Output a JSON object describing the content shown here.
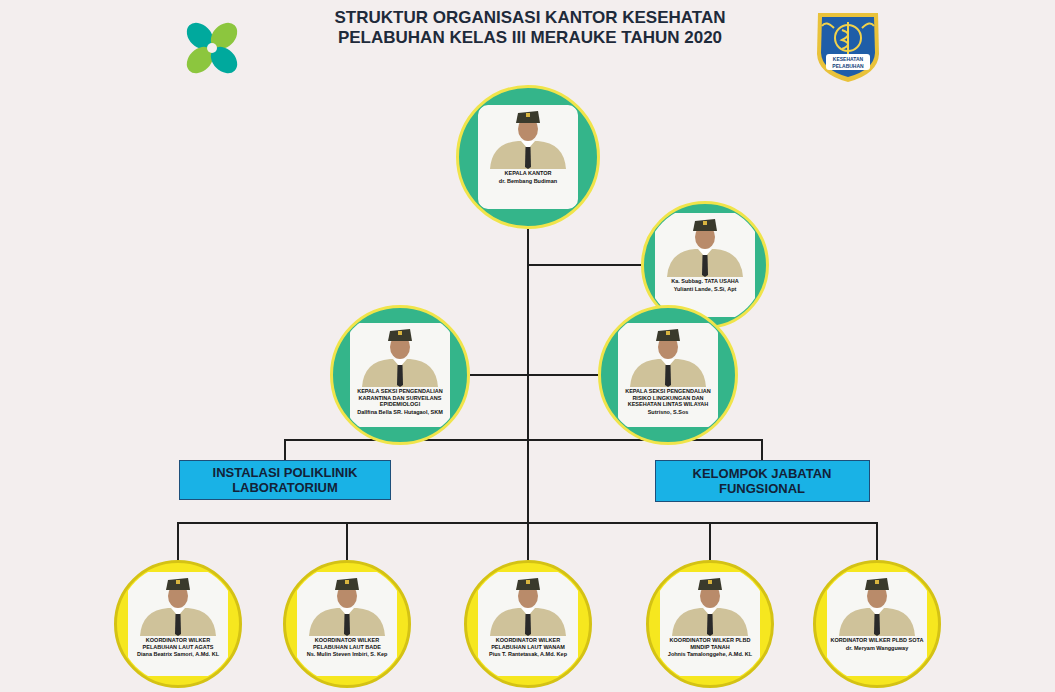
{
  "diagram": {
    "title": "STRUKTUR ORGANISASI KANTOR KESEHATAN PELABUHAN KELAS III MERAUKE TAHUN 2020",
    "nodes": [
      {
        "text": [
          "KEPALA KANTOR",
          "dr. Bembang Budiman"
        ]
      },
      {
        "text": [
          "Ka. Subbag. TATA USAHA",
          "Yulianti Lande, S.Si, Apt"
        ]
      },
      {
        "text": [
          "KEPALA SEKSI PENGENDALIAN KARANTINA DAN SURVEILANS EPIDEMIOLOGI",
          "Dallfina Bella SR. Hutagaol, SKM"
        ]
      },
      {
        "text": [
          "KEPALA SEKSI PENGENDALIAN RISIKO LINGKUNGAN DAN KESEHATAN LINTAS WILAYAH",
          "Sutrisno, S.Sos"
        ]
      },
      {
        "text": [
          "INSTALASI POLIKLINIK LABORATORIUM"
        ]
      },
      {
        "text": [
          "KELOMPOK JABATAN FUNGSIONAL"
        ]
      },
      {
        "text": [
          "KOORDINATOR WILKER PELABUHAN LAUT AGATS",
          "Diana Beatrix Samori, A.Md. KL"
        ]
      },
      {
        "text": [
          "KOORDINATOR WILKER PELABUHAN LAUT BADE",
          "Ns. Mulin Steven Imbiri, S. Kep"
        ]
      },
      {
        "text": [
          "KOORDINATOR WILKER PELABUHAN LAUT WANAM",
          "Pius T. Rantetasak, A.Md. Kep"
        ]
      },
      {
        "text": [
          "KOORDINATOR WILKER PLBD MINDIP TANAH",
          "Johnis Tamalonggehe, A.Md. KL"
        ]
      },
      {
        "text": [
          "KORDINATOR WILKER PLBD SOTA",
          "dr. Meryam Wangguway"
        ]
      }
    ],
    "edges": [
      {
        "from": 0,
        "to": 1,
        "arrow": "none"
      },
      {
        "from": 0,
        "to": 2,
        "arrow": "none"
      },
      {
        "from": 0,
        "to": 3,
        "arrow": "none"
      },
      {
        "from": 0,
        "to": 4,
        "arrow": "none"
      },
      {
        "from": 0,
        "to": 5,
        "arrow": "none"
      },
      {
        "from": 0,
        "to": 6,
        "arrow": "none"
      },
      {
        "from": 0,
        "to": 7,
        "arrow": "none"
      },
      {
        "from": 0,
        "to": 8,
        "arrow": "none"
      },
      {
        "from": 0,
        "to": 9,
        "arrow": "none"
      },
      {
        "from": 0,
        "to": 10,
        "arrow": "none"
      }
    ],
    "labels": [
      "KESEHATAN",
      "PELABUHAN"
    ]
  }
}
